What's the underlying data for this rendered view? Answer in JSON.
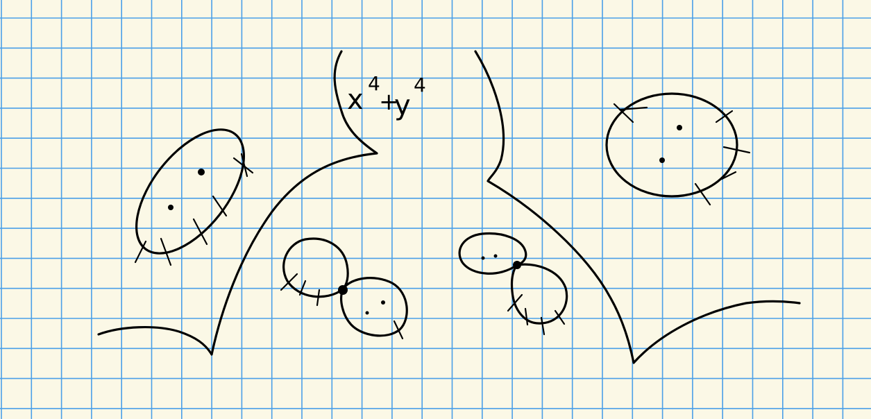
{
  "canvas": {
    "background": "#fbf8e6",
    "grid_color": "#4a9fe8",
    "ink_color": "#000000"
  },
  "expression": {
    "base_x": "x",
    "exp_x": "4",
    "plus": "+",
    "base_y": "y",
    "exp_y": "4"
  }
}
